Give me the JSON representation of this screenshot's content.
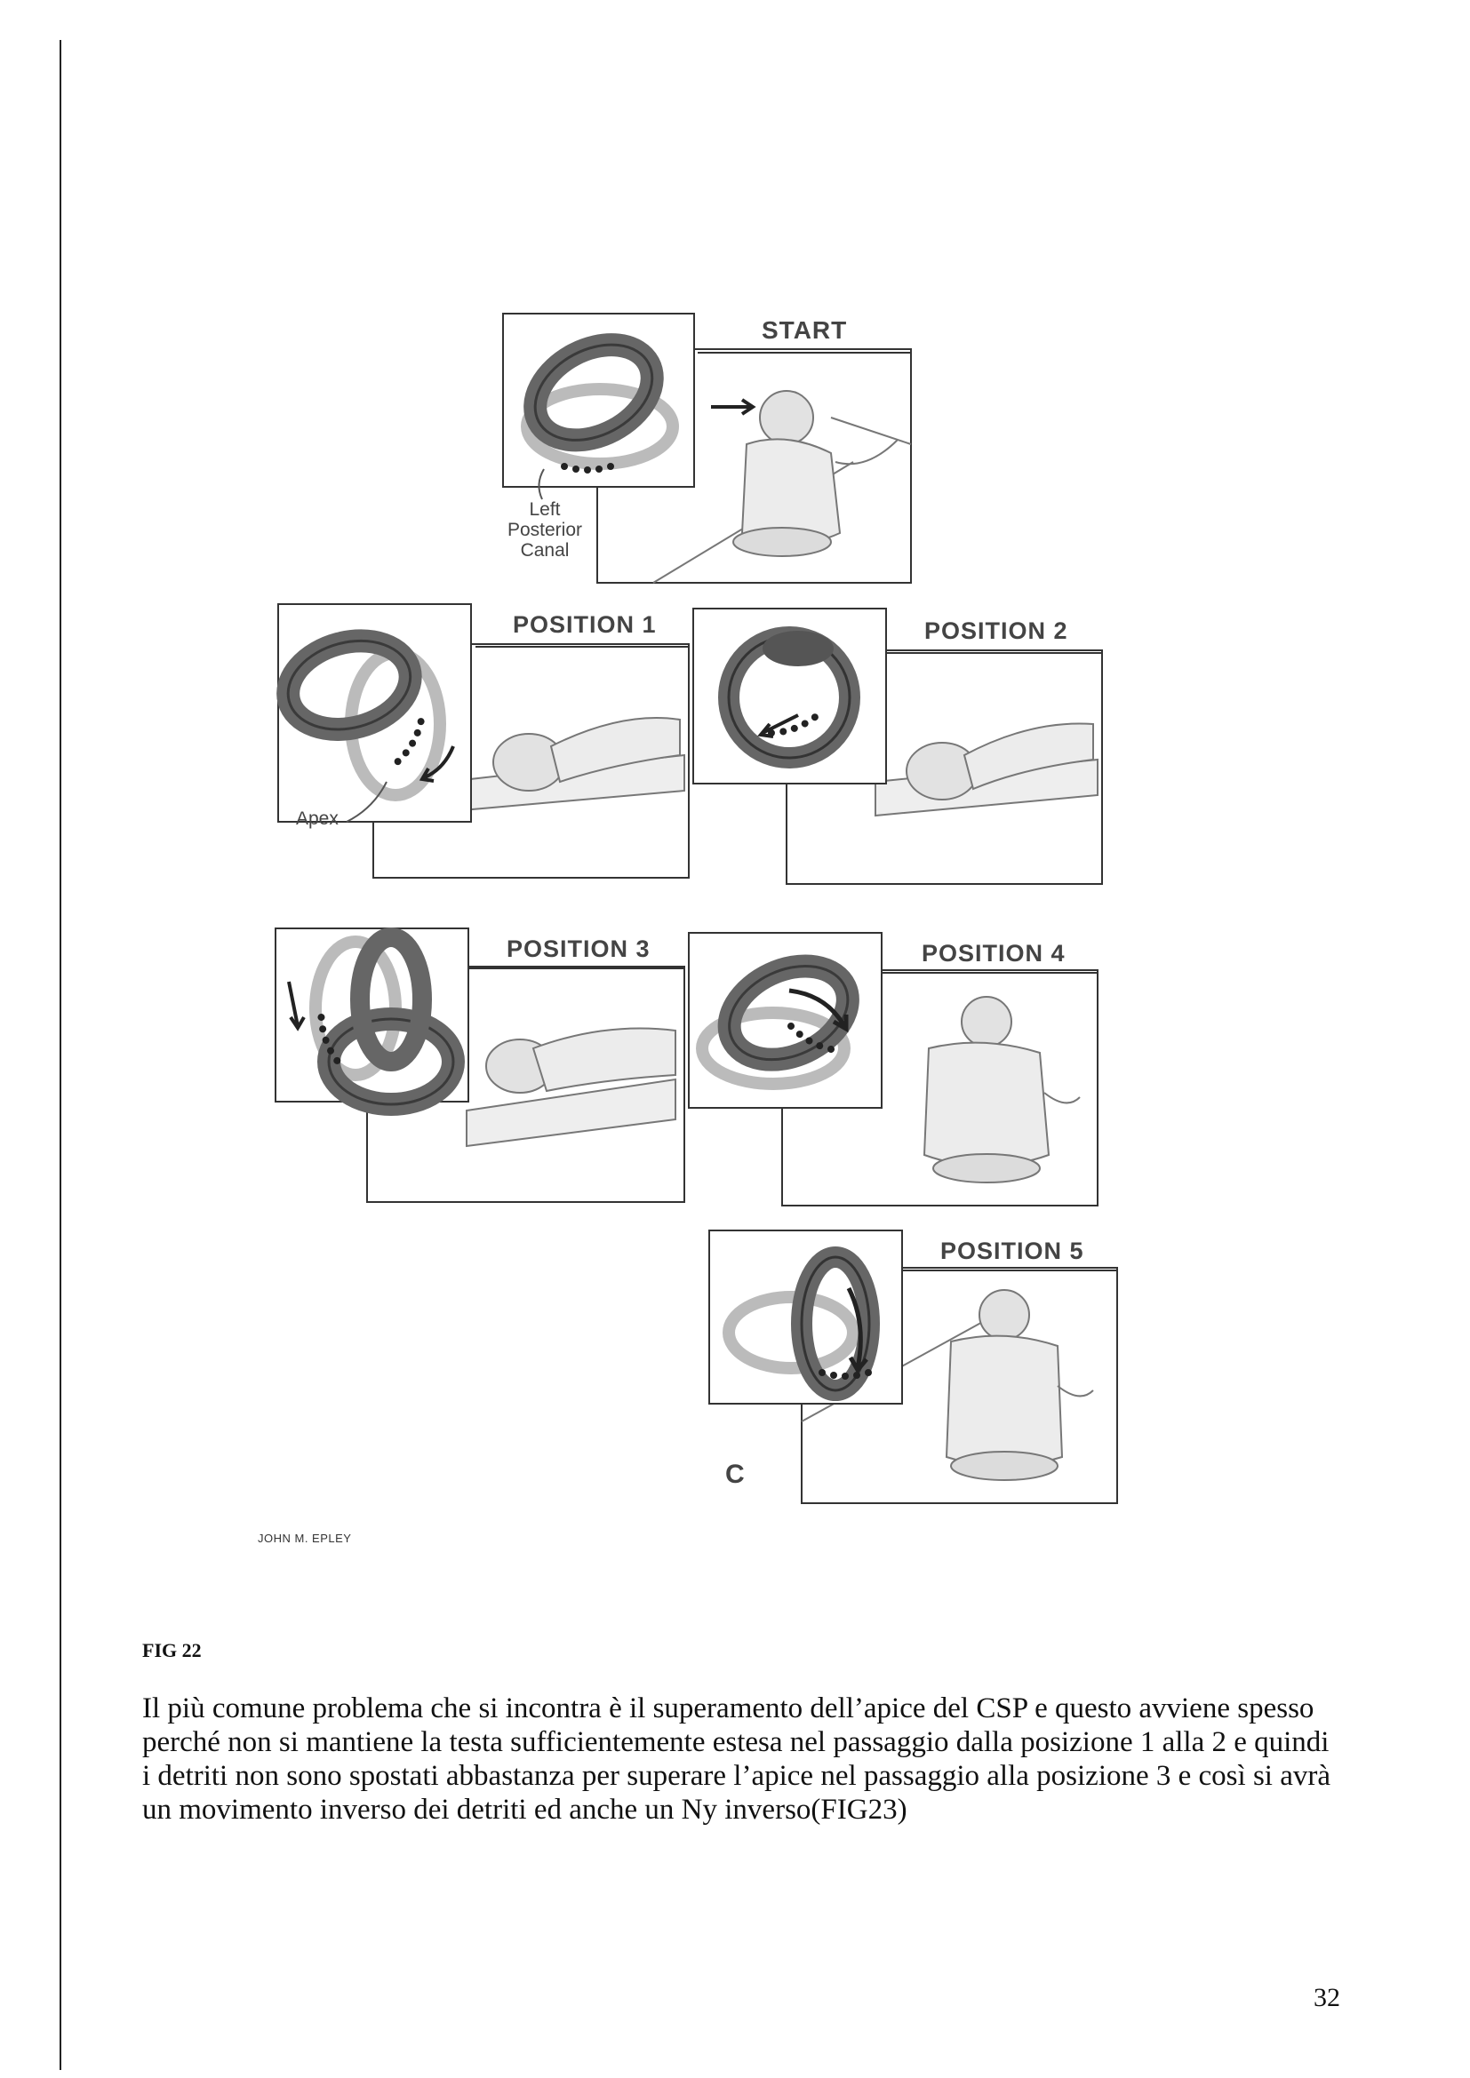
{
  "figure": {
    "start_label": "START",
    "canal_label": [
      "Left",
      "Posterior",
      "Canal"
    ],
    "apex_label": "Apex",
    "positions": [
      "POSITION 1",
      "POSITION 2",
      "POSITION 3",
      "POSITION 4",
      "POSITION 5"
    ],
    "panel_letter": "C",
    "credit": "JOHN M. EPLEY"
  },
  "caption": "FIG 22",
  "body_text": "Il più comune problema che si incontra è il superamento dell’apice del CSP e questo avviene spesso perché non si mantiene la testa sufficientemente estesa nel passaggio dalla posizione 1 alla 2 e quindi i detriti non sono spostati abbastanza per superare l’apice nel passaggio alla posizione 3 e così si avrà un movimento inverso dei detriti ed anche un Ny inverso(FIG23)",
  "page_number": "32"
}
